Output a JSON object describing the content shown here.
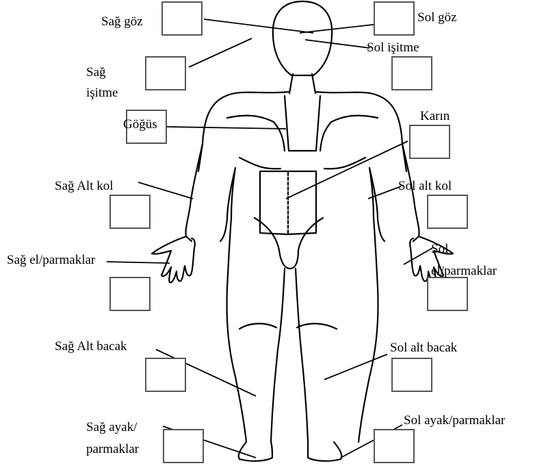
{
  "labels": {
    "sag_goz": "Sağ göz",
    "sol_goz": "Sol göz",
    "sol_isitme": "Sol işitme",
    "sag_isitme_1": "Sağ",
    "sag_isitme_2": "işitme",
    "gogus": "Göğüs",
    "karin": "Karın",
    "sag_alt_kol": "Sağ Alt kol",
    "sol_alt_kol": "Sol alt  kol",
    "sag_el": "Sağ el/parmaklar",
    "sol_el_1": "Sol",
    "sol_el_2": "el/parmaklar",
    "sag_alt_bacak": "Sağ Alt bacak",
    "sol_alt_bacak": "Sol alt  bacak",
    "sag_ayak_1": "Sağ  ayak/",
    "sag_ayak_2": "parmaklar",
    "sol_ayak": "Sol ayak/parmaklar"
  },
  "colors": {
    "outline": "#000000",
    "box_border": "#555555",
    "background": "#ffffff"
  }
}
